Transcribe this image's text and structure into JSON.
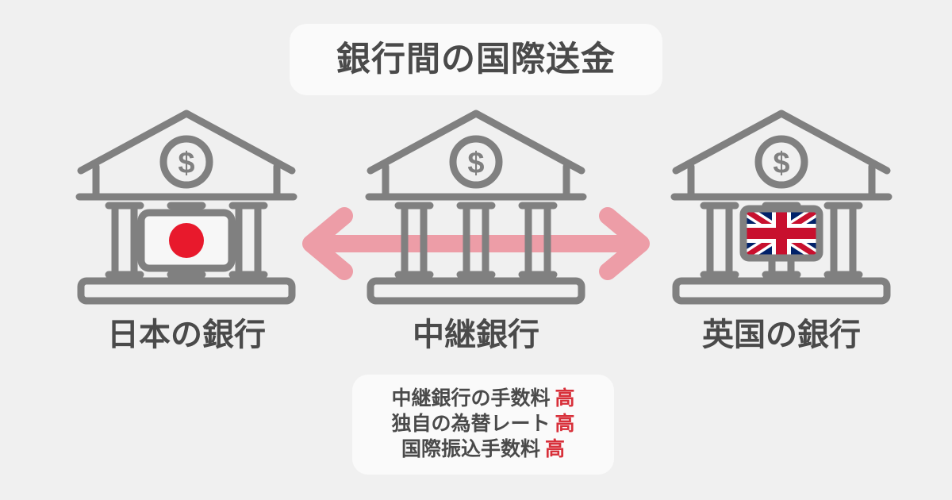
{
  "title": {
    "text": "銀行間の国際送金"
  },
  "colors": {
    "background": "#f0f0f0",
    "card": "#fafafa",
    "outline": "#808080",
    "text": "#4a4a4a",
    "accent_arrow": "#ed8c98",
    "accent_red": "#d8303a",
    "jp_red": "#e8192c",
    "uk_blue": "#012169",
    "uk_red": "#c8102e"
  },
  "banks": [
    {
      "id": "japan-bank",
      "label": "日本の銀行",
      "flag": "japan-flag",
      "emblem": "dollar-coin-icon"
    },
    {
      "id": "intermediary-bank",
      "label": "中継銀行",
      "flag": "none",
      "emblem": "dollar-coin-icon"
    },
    {
      "id": "uk-bank",
      "label": "英国の銀行",
      "flag": "uk-flag",
      "emblem": "dollar-coin-icon"
    }
  ],
  "arrow": {
    "name": "bidirectional-transfer-arrow",
    "direction": "bidirectional"
  },
  "fee_card": {
    "rows": [
      {
        "label": "中継銀行の手数料",
        "value": "高"
      },
      {
        "label": "独自の為替レート",
        "value": "高"
      },
      {
        "label": "国際振込手数料",
        "value": "高"
      }
    ]
  }
}
